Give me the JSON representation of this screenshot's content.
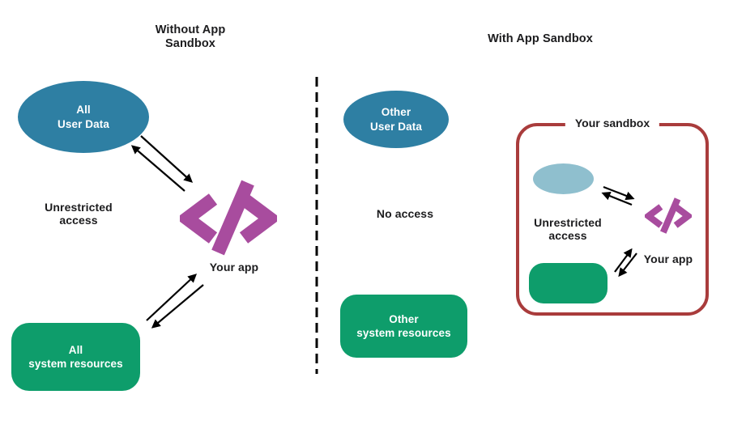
{
  "colors": {
    "background": "#FFFFFF",
    "text": "#1C1C1E",
    "shape_text": "#FFFFFF",
    "user_data_fill": "#2E7FA3",
    "sandbox_user_data_fill": "#8FBFCE",
    "system_resources_fill": "#0E9D6B",
    "app_icon_fill": "#A84C9E",
    "sandbox_border": "#A93C3C",
    "arrow": "#000000"
  },
  "icons": {
    "app": "code-brackets-slash-icon"
  },
  "left_panel": {
    "title_line1": "Without App",
    "title_line2": "Sandbox",
    "user_data_line1": "All",
    "user_data_line2": "User Data",
    "access_line1": "Unrestricted",
    "access_line2": "access",
    "app_label": "Your app",
    "resources_line1": "All",
    "resources_line2": "system resources"
  },
  "middle_panel": {
    "user_data_line1": "Other",
    "user_data_line2": "User Data",
    "access_label": "No access",
    "resources_line1": "Other",
    "resources_line2": "system resources"
  },
  "right_panel": {
    "title": "With App Sandbox",
    "sandbox_label": "Your sandbox",
    "access_line1": "Unrestricted",
    "access_line2": "access",
    "app_label": "Your app"
  }
}
